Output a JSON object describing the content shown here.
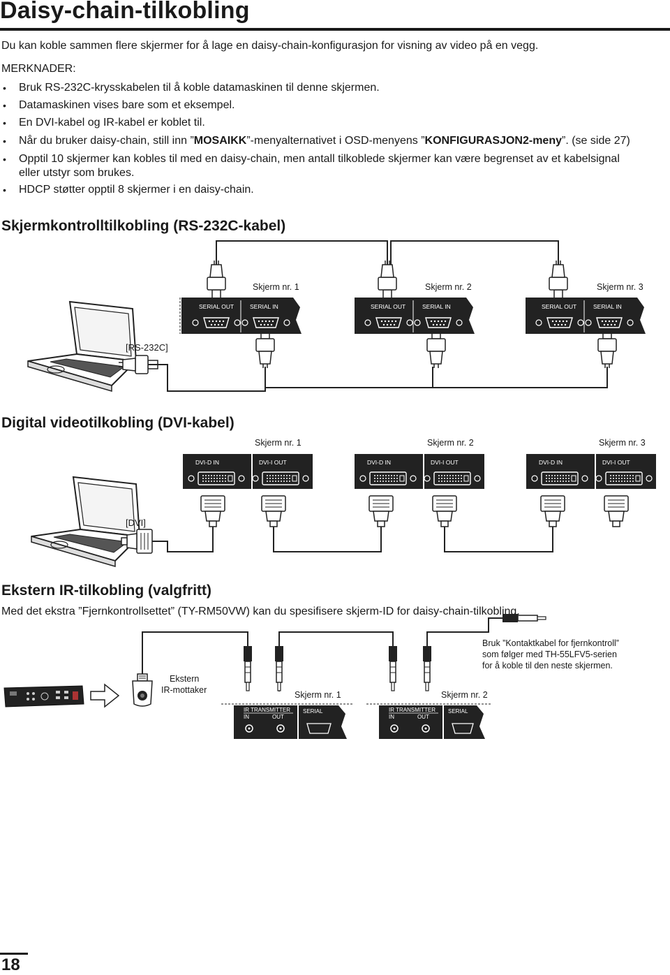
{
  "page": {
    "title": "Daisy-chain-tilkobling",
    "intro": "Du kan koble sammen flere skjermer for å lage en daisy-chain-konfigurasjon for visning av video på en vegg.",
    "notes_heading": "MERKNADER:",
    "bullets": [
      "Bruk RS-232C-krysskabelen til å koble datamaskinen til denne skjermen.",
      "Datamaskinen vises bare som et eksempel.",
      "En DVI-kabel og IR-kabel er koblet til."
    ],
    "bullet4": {
      "part1": "Når du bruker daisy-chain, still inn ”",
      "bold1": "MOSAIKK",
      "part2": "”-menyalternativet i OSD-menyens ”",
      "bold2": "KONFIGURASJON2-meny",
      "part3": "”. (se side 27)"
    },
    "bullet5_line1": "Opptil 10 skjermer kan kobles til med en daisy-chain, men antall tilkoblede skjermer kan være begrenset av et kabelsignal",
    "bullet5_line2": "eller utstyr som brukes.",
    "bullet6": "HDCP støtter opptil 8 skjermer i en daisy-chain.",
    "page_number": "18"
  },
  "rs232": {
    "heading": "Skjermkontrolltilkobling (RS-232C-kabel)",
    "screen_labels": [
      "Skjerm nr. 1",
      "Skjerm nr. 2",
      "Skjerm nr. 3"
    ],
    "port_out": "SERIAL OUT",
    "port_in": "SERIAL IN",
    "cable_label": "[RS-232C]"
  },
  "dvi": {
    "heading": "Digital videotilkobling (DVI-kabel)",
    "screen_labels": [
      "Skjerm nr. 1",
      "Skjerm nr. 2",
      "Skjerm nr. 3"
    ],
    "port_in": "DVI-D IN",
    "port_out": "DVI-I OUT",
    "cable_label": "[DVI]"
  },
  "ir": {
    "heading": "Ekstern IR-tilkobling (valgfritt)",
    "intro": "Med det ekstra ”Fjernkontrollsettet” (TY-RM50VW) kan du spesifisere skjerm-ID for daisy-chain-tilkobling.",
    "receiver_line1": "Ekstern",
    "receiver_line2": "IR-mottaker",
    "screen_labels": [
      "Skjerm nr. 1",
      "Skjerm nr. 2"
    ],
    "port_group": "IR TRANSMITTER",
    "port_in": "IN",
    "port_out": "OUT",
    "port_serial": "SERIAL",
    "note_line1": "Bruk ”Kontaktkabel for fjernkontroll”",
    "note_line2": "som følger med TH-55LFV5-serien",
    "note_line3": "for å koble til den neste skjermen."
  }
}
